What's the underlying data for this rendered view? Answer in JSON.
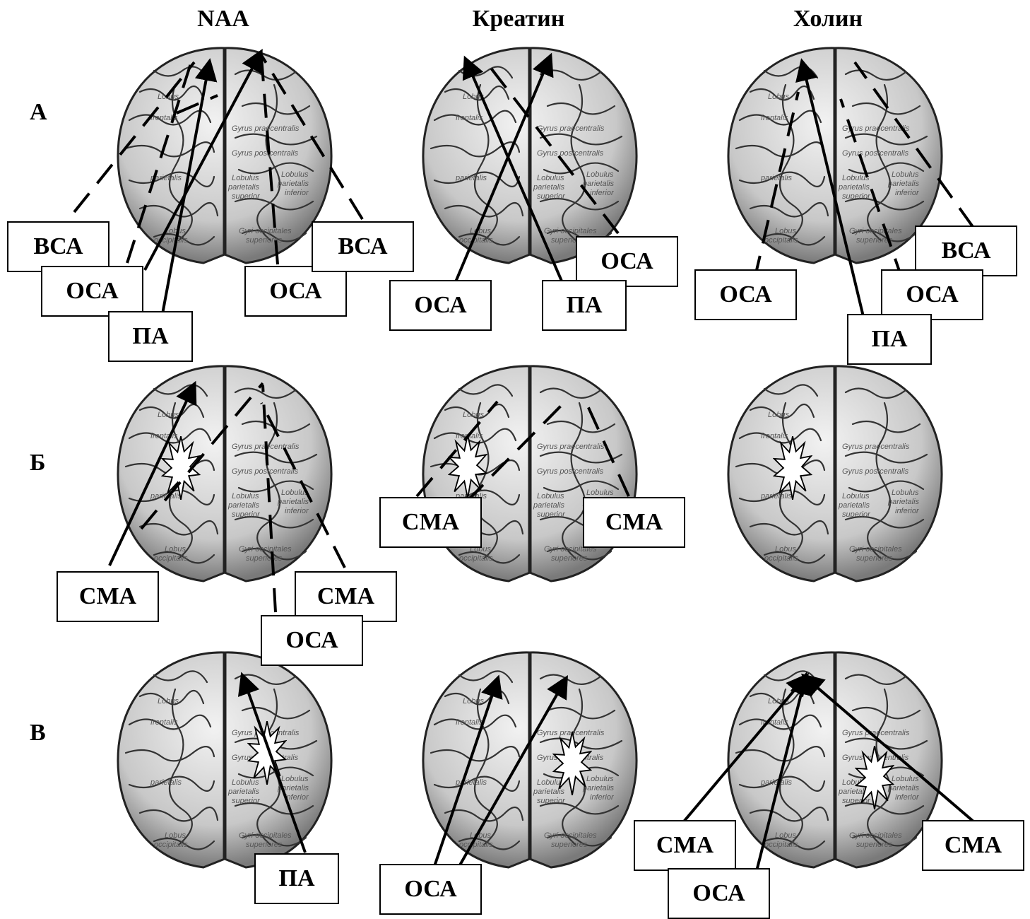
{
  "columns": [
    "NAA",
    "Креатин",
    "Холин"
  ],
  "rows": [
    "А",
    "Б",
    "В"
  ],
  "brain_text": {
    "lobus": "Lobus",
    "frontalis": "frontalis",
    "gyrus_pre": "Gyrus praecentralis",
    "gyrus_post": "Gyrus postcentralis",
    "parietalis": "parietalis",
    "lobulus": "Lobulus",
    "par_superior": "parietalis superior",
    "lobulus_inf": "Lobulus parietalis inferior",
    "lobus_occ": "Lobus",
    "occipitalis": "occipitalis",
    "gyri": "Gyri occipitales",
    "superiores": "superiores"
  },
  "labels": {
    "r1_naa": [
      "ВСА",
      "ОСА",
      "ПА",
      "ОСА",
      "ВСА"
    ],
    "r1_kr": [
      "ОСА",
      "ПА",
      "ОСА"
    ],
    "r1_ch": [
      "ОСА",
      "ОСА",
      "ВСА",
      "ПА"
    ],
    "r2_naa": [
      "СМА",
      "СМА",
      "ОСА"
    ],
    "r2_kr": [
      "СМА",
      "СМА"
    ],
    "r3_naa": [
      "ПА"
    ],
    "r3_kr": [
      "ОСА"
    ],
    "r3_ch": [
      "СМА",
      "ОСА",
      "СМА"
    ]
  },
  "colors": {
    "ink": "#000000",
    "paper": "#ffffff",
    "brain": "#d8d8d8"
  }
}
